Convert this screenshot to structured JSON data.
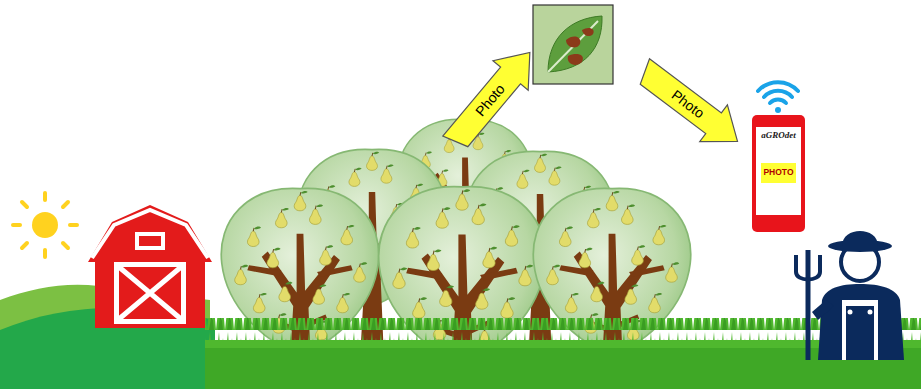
{
  "diagram": {
    "nodes": [
      {
        "text": [
          "aGROdet"
        ]
      },
      {
        "text": [
          "PHOTO"
        ],
        "in": 0
      }
    ],
    "labels": [
      "Photo",
      "Photo"
    ]
  }
}
